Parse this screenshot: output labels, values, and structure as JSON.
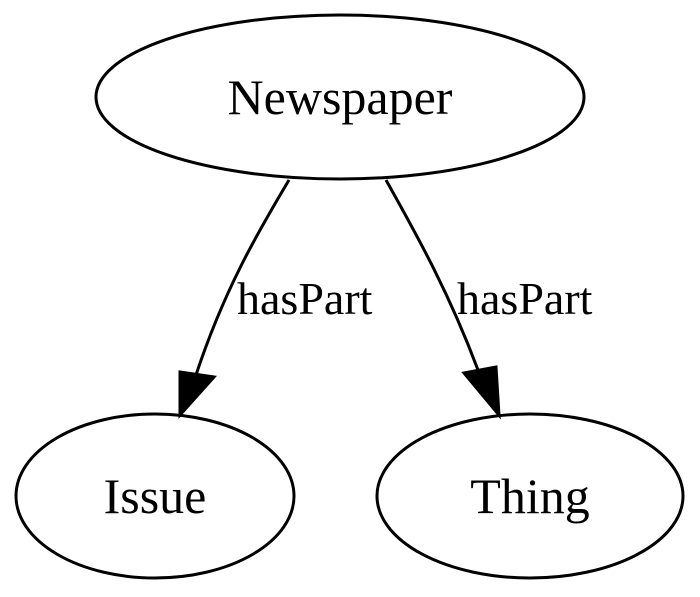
{
  "diagram": {
    "nodes": {
      "newspaper": {
        "label": "Newspaper"
      },
      "issue": {
        "label": "Issue"
      },
      "thing": {
        "label": "Thing"
      }
    },
    "edges": [
      {
        "from": "Newspaper",
        "to": "Issue",
        "label": "hasPart"
      },
      {
        "from": "Newspaper",
        "to": "Thing",
        "label": "hasPart"
      }
    ]
  }
}
